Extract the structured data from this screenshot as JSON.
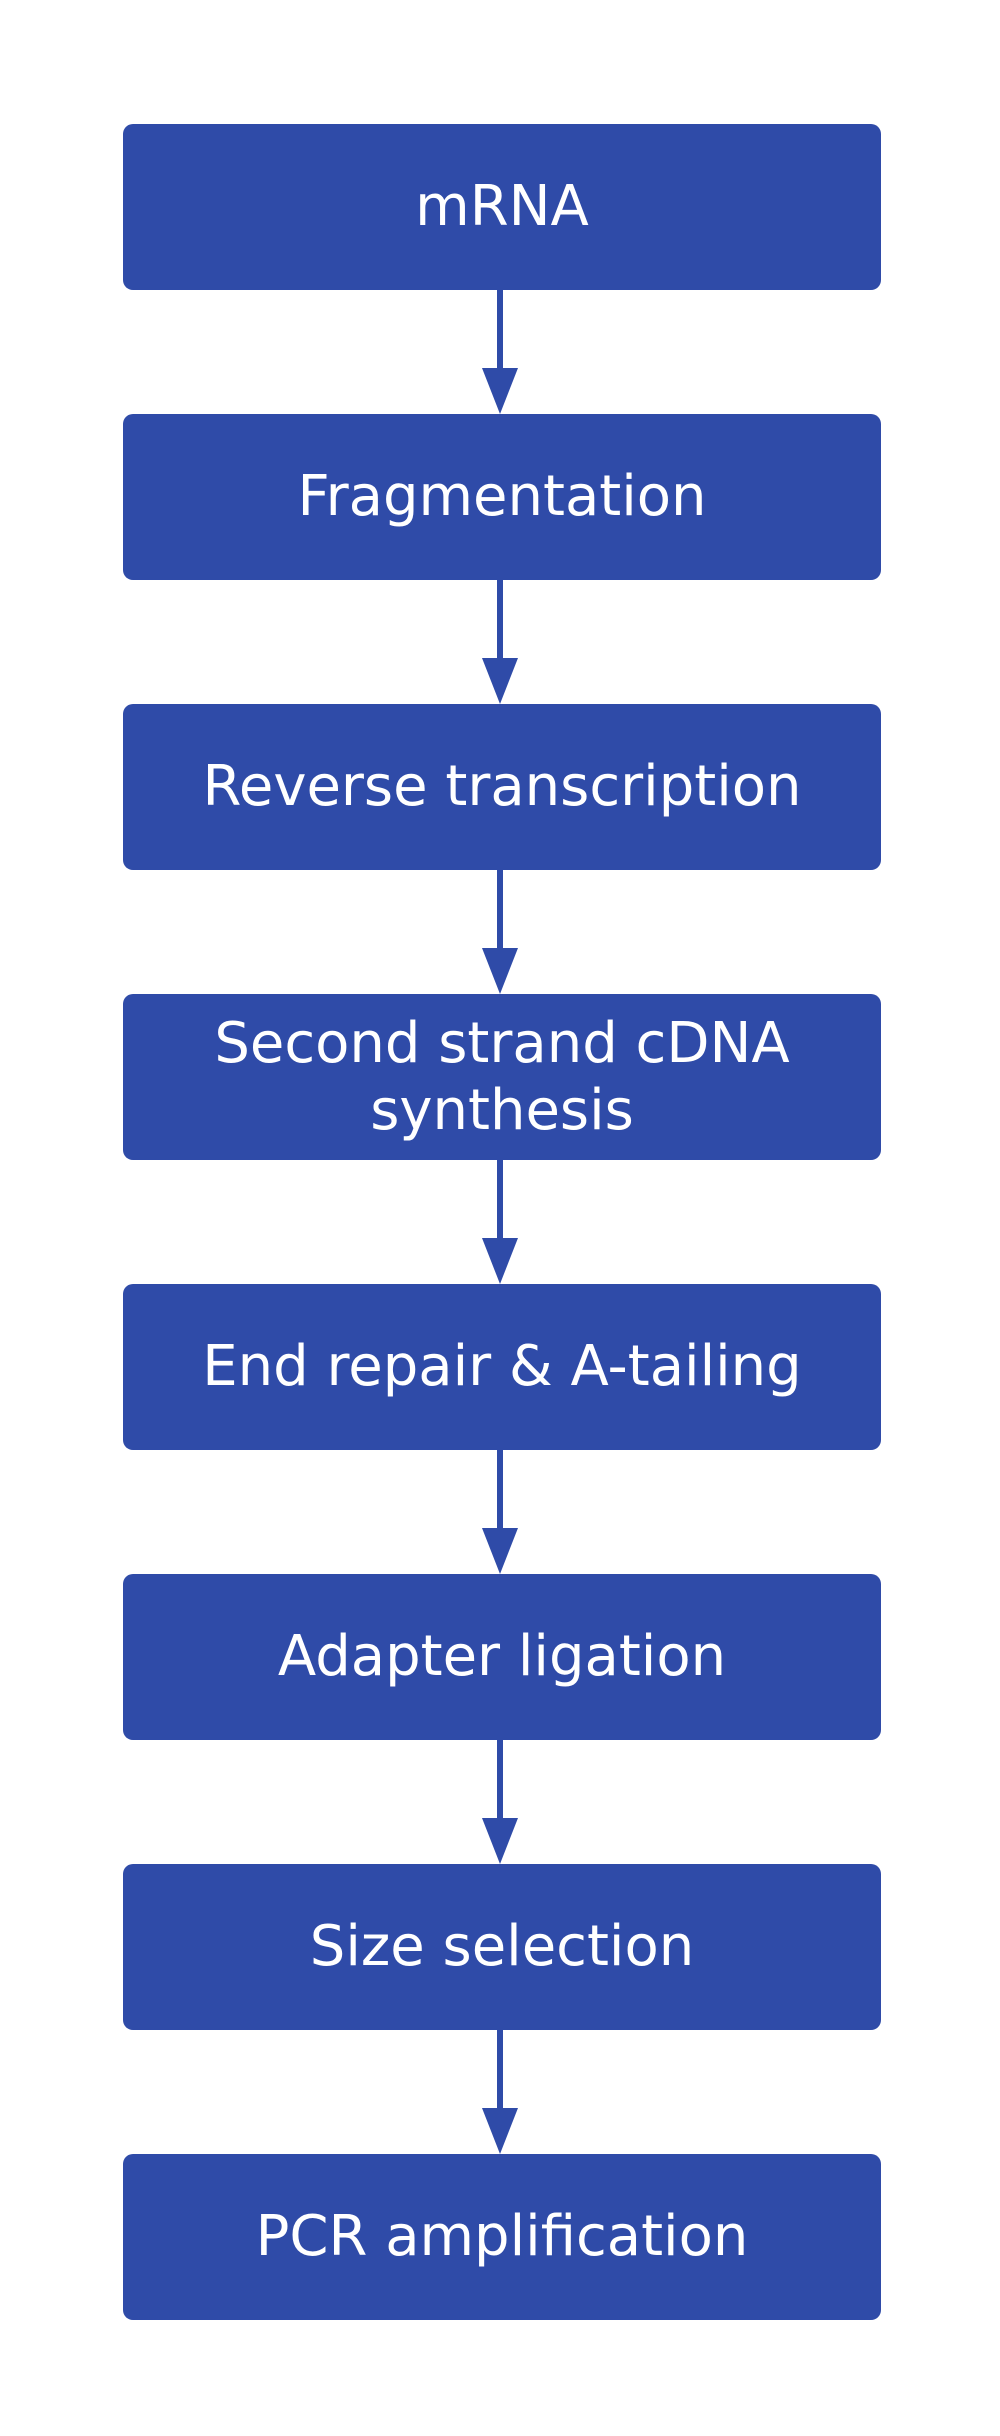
{
  "colors": {
    "box_fill": "#2f4ba8",
    "box_text": "#ffffff",
    "arrow": "#2f4ba8",
    "background": "#ffffff"
  },
  "steps": [
    {
      "label": "mRNA"
    },
    {
      "label": "Fragmentation"
    },
    {
      "label": "Reverse transcription"
    },
    {
      "label": "Second strand cDNA synthesis"
    },
    {
      "label": "End repair & A-tailing"
    },
    {
      "label": "Adapter ligation"
    },
    {
      "label": "Size selection"
    },
    {
      "label": "PCR amplification"
    }
  ]
}
